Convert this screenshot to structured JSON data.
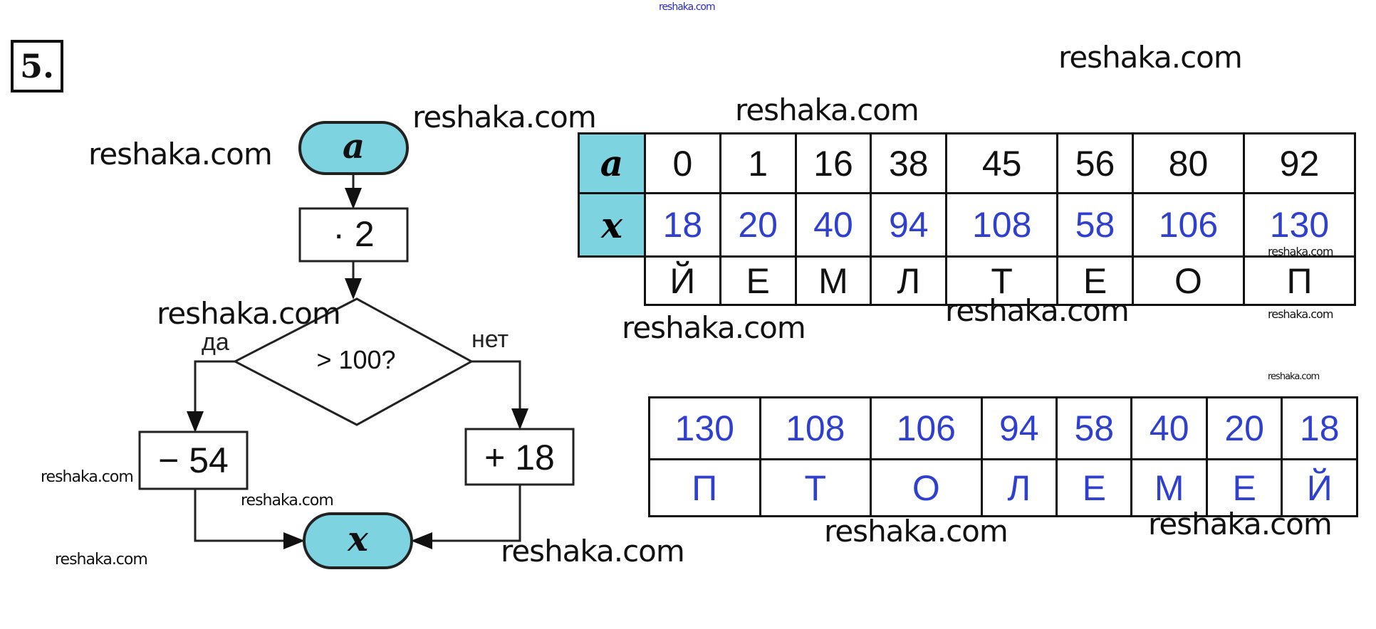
{
  "task_number": "5.",
  "watermark": "reshaka.com",
  "flowchart": {
    "start": "a",
    "step1": "· 2",
    "condition": "> 100?",
    "yes_label": "да",
    "no_label": "нет",
    "yes_step": "− 54",
    "no_step": "+ 18",
    "end": "x"
  },
  "table1": {
    "row_a_label": "a",
    "row_x_label": "x",
    "a": [
      "0",
      "1",
      "16",
      "38",
      "45",
      "56",
      "80",
      "92"
    ],
    "x": [
      "18",
      "20",
      "40",
      "94",
      "108",
      "58",
      "106",
      "130"
    ],
    "letters": [
      "Й",
      "Е",
      "М",
      "Л",
      "Т",
      "Е",
      "О",
      "П"
    ]
  },
  "table2": {
    "numbers": [
      "130",
      "108",
      "106",
      "94",
      "58",
      "40",
      "20",
      "18"
    ],
    "letters": [
      "П",
      "Т",
      "О",
      "Л",
      "Е",
      "М",
      "Е",
      "Й"
    ]
  },
  "colors": {
    "header_fill": "#7ed3e0",
    "answer_blue": "#2f3fd0"
  }
}
